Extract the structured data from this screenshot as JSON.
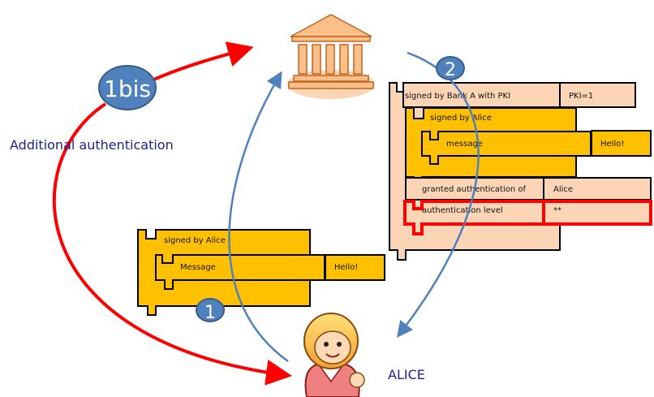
{
  "labels": {
    "additional_authentication": "Additional authentication",
    "alice": "ALICE"
  },
  "badges": {
    "step_1bis": "1bis",
    "step_2": "2",
    "step_1": "1"
  },
  "bank_token": {
    "signed_by": "signed by Bank A with PKI",
    "pki": "PKI=1",
    "inner_signed_by": "signed by Alice",
    "message_label": "message",
    "message_value": "Hello!",
    "granted_label": "granted authentication of",
    "granted_value": "Alice",
    "auth_level_label": "authentication level",
    "auth_level_value": "**"
  },
  "alice_token": {
    "signed_by": "signed by Alice",
    "message_label": "Message",
    "message_value": "Hello!"
  },
  "colors": {
    "peach": "#FBD5B5",
    "yellow": "#FFC000",
    "red": "#FF0000",
    "blue": "#4F81BD",
    "navy": "#1F1F8F"
  }
}
